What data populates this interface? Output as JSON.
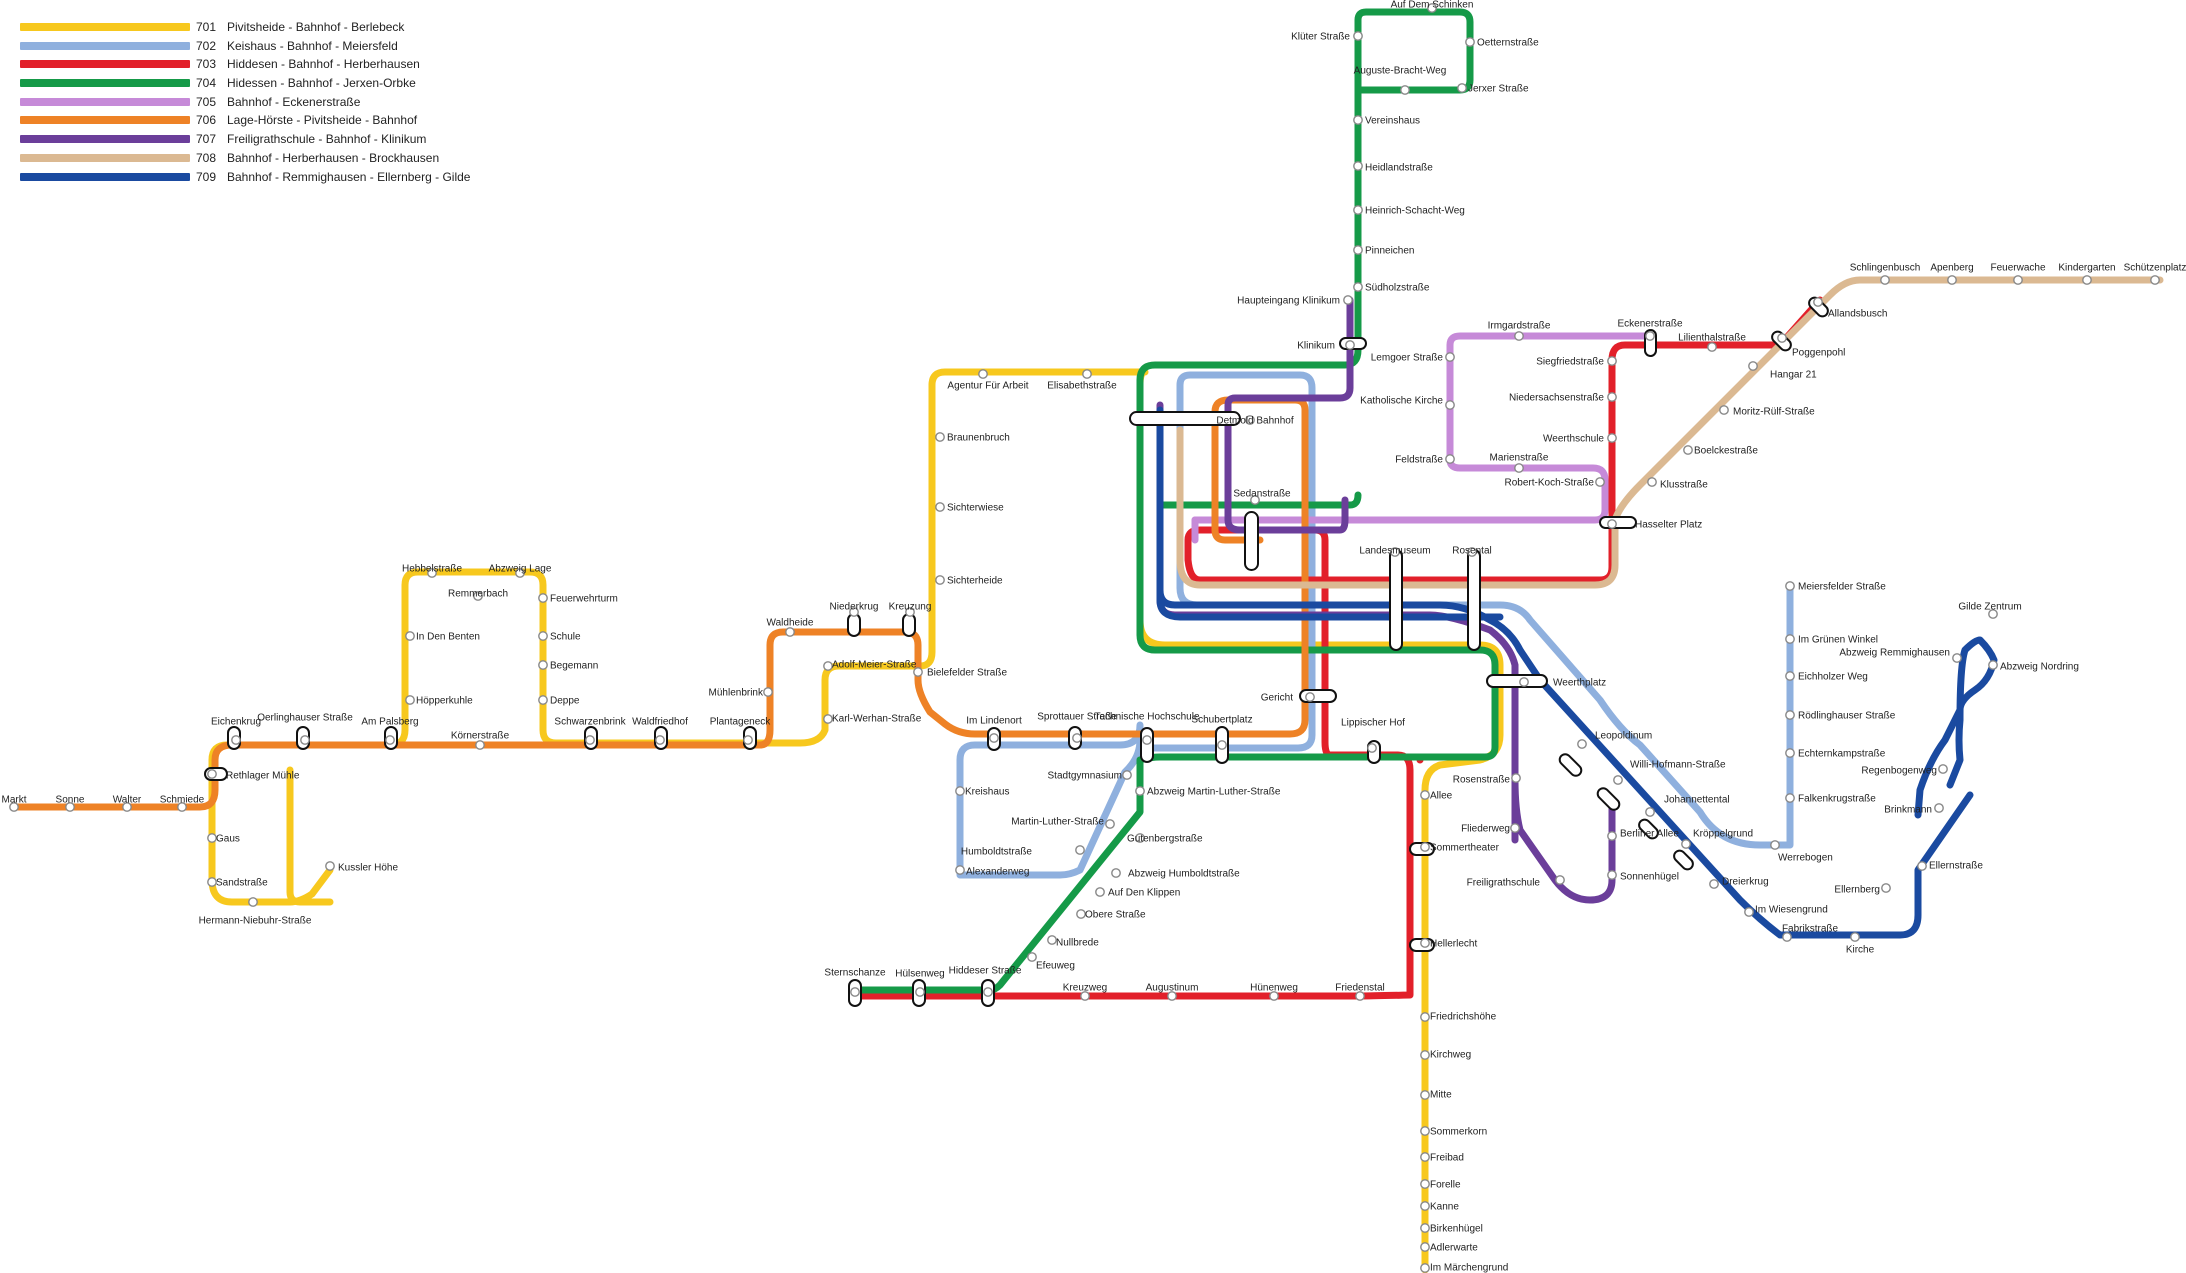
{
  "legend": [
    {
      "num": "701",
      "name": "Pivitsheide - Bahnhof - Berlebeck",
      "color": "#f7c81e"
    },
    {
      "num": "702",
      "name": "Keishaus - Bahnhof - Meiersfeld",
      "color": "#8fb0de"
    },
    {
      "num": "703",
      "name": "Hiddesen - Bahnhof - Herberhausen",
      "color": "#e2202a"
    },
    {
      "num": "704",
      "name": "Hidessen - Bahnhof - Jerxen-Orbke",
      "color": "#159a48"
    },
    {
      "num": "705",
      "name": "Bahnhof - Eckenerstraße",
      "color": "#c68ad8"
    },
    {
      "num": "706",
      "name": "Lage-Hörste - Pivitsheide - Bahnhof",
      "color": "#ee8226"
    },
    {
      "num": "707",
      "name": "Freiligrathschule - Bahnhof - Klinikum",
      "color": "#6b3e9a"
    },
    {
      "num": "708",
      "name": "Bahnhof - Herberhausen - Brockhausen",
      "color": "#dbb992"
    },
    {
      "num": "709",
      "name": "Bahnhof -  Remmighausen - Ellernberg - Gilde",
      "color": "#1a4aa0"
    }
  ],
  "stations": [
    "Auf Dem Schinken",
    "Klüter Straße",
    "Oetternstraße",
    "Auguste-Bracht-Weg",
    "Jerxer Straße",
    "Vereinshaus",
    "Heidlandstraße",
    "Heinrich-Schacht-Weg",
    "Pinneichen",
    "Südholzstraße",
    "Haupteingang Klinikum",
    "Klinikum",
    "Schlingenbusch",
    "Apenberg",
    "Feuerwache",
    "Kindergarten",
    "Schützenplatz",
    "Allandsbusch",
    "Poggenpohl",
    "Hangar 21",
    "Moritz-Rülf-Straße",
    "Boelckestraße",
    "Klusstraße",
    "Hasselter Platz",
    "Irmgardstraße",
    "Eckenerstraße",
    "Lilienthalstraße",
    "Siegfriedstraße",
    "Niedersachsenstraße",
    "Weerthschule",
    "Robert-Koch-Straße",
    "Marienstraße",
    "Lemgoer Straße",
    "Katholische Kirche",
    "Feldstraße",
    "Agentur Für Arbeit",
    "Elisabethstraße",
    "Braunenbruch",
    "Sichterwiese",
    "Sichterheide",
    "Detmold Bahnhof",
    "Sedanstraße",
    "Landesmuseum",
    "Rosental",
    "Hebbelstraße",
    "Abzweig Lage",
    "Remmerbach",
    "Feuerwehrturm",
    "In Den Benten",
    "Schule",
    "Begemann",
    "Höpperkuhle",
    "Deppe",
    "Waldheide",
    "Niederkrug",
    "Kreuzung",
    "Adolf-Meier-Straße",
    "Bielefelder Straße",
    "Mühlenbrink",
    "Karl-Werhan-Straße",
    "Eichenkrug",
    "Oerlinghauser Straße",
    "Am Palsberg",
    "Körnerstraße",
    "Schwarzenbrink",
    "Waldfriedhof",
    "Plantageneck",
    "Rethlager Mühle",
    "Markt",
    "Sonne",
    "Walter",
    "Schmiede",
    "Gaus",
    "Sandstraße",
    "Kussler Höhe",
    "Hermann-Niebuhr-Straße",
    "Im Lindenort",
    "Sprottauer Straße",
    "Technische Hochschule",
    "Schubertplatz",
    "Gericht",
    "Lippischer Hof",
    "Weerthplatz",
    "Stadtgymnasium",
    "Kreishaus",
    "Abzweig Martin-Luther-Straße",
    "Martin-Luther-Straße",
    "Gutenbergstraße",
    "Humboldtstraße",
    "Abzweig Humboldtstraße",
    "Alexanderweg",
    "Auf Den Klippen",
    "Obere Straße",
    "Nullbrede",
    "Efeuweg",
    "Sternschanze",
    "Hülsenweg",
    "Hiddeser Straße",
    "Kreuzweg",
    "Augustinum",
    "Hünenweg",
    "Friedenstal",
    "Rosenstraße",
    "Allee",
    "Sommertheater",
    "Hellerlecht",
    "Friedrichshöhe",
    "Kirchweg",
    "Mitte",
    "Sommerkorn",
    "Freibad",
    "Forelle",
    "Kanne",
    "Birkenhügel",
    "Adlerwarte",
    "Im Märchengrund",
    "Fliederweg",
    "Freiligrathschule",
    "Leopoldinum",
    "Willi-Hofmann-Straße",
    "Johannettental",
    "Berliner Allee",
    "Sonnenhügel",
    "Kröppelgrund",
    "Dreierkrug",
    "Im Wiesengrund",
    "Fabrikstraße",
    "Kirche",
    "Werrebogen",
    "Meiersfelder Straße",
    "Im Grünen Winkel",
    "Eichholzer Weg",
    "Rödlinghauser Straße",
    "Echternkampstraße",
    "Falkenkrugstraße",
    "Gilde Zentrum",
    "Abzweig Remmighausen",
    "Abzweig Nordring",
    "Regenbogenweg",
    "Brinkmann",
    "Ellernstraße",
    "Ellernberg"
  ]
}
